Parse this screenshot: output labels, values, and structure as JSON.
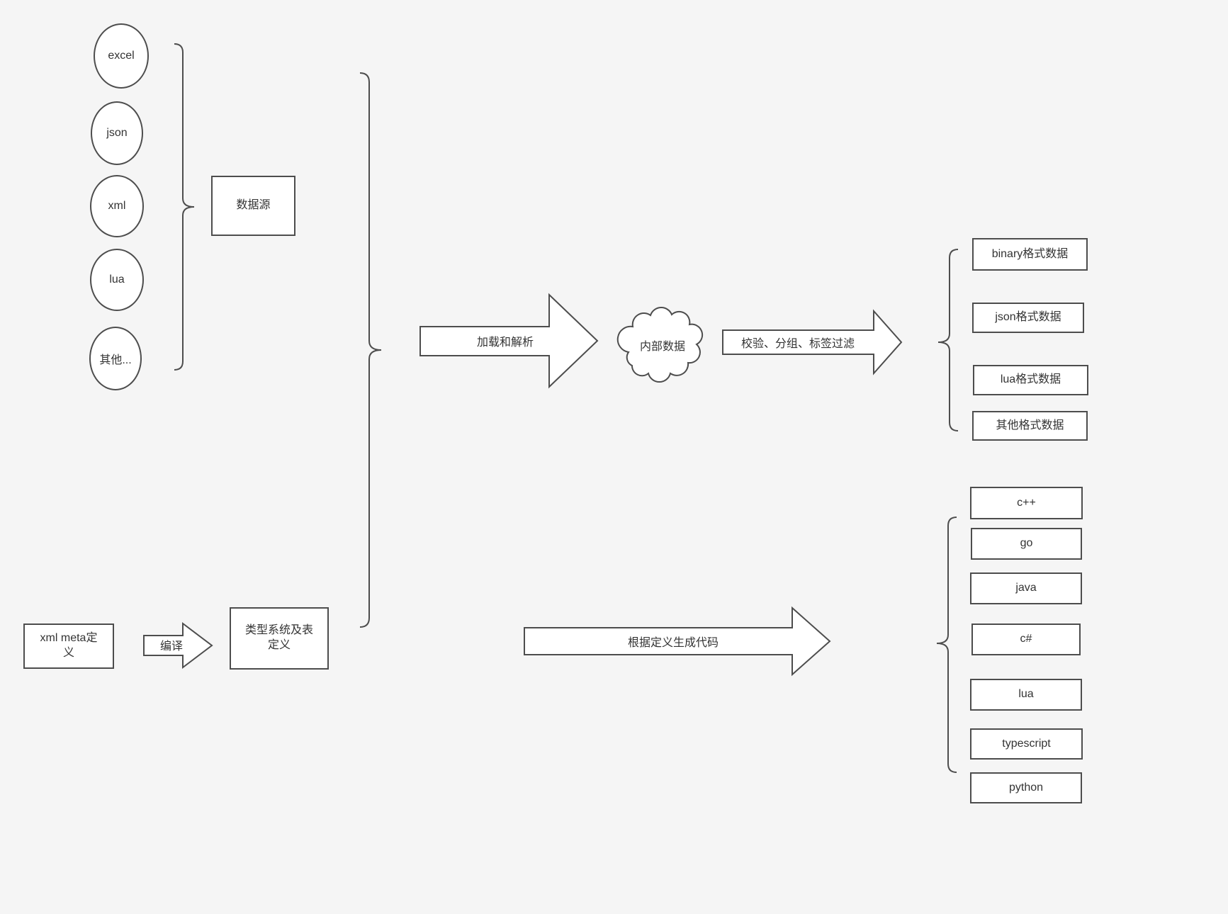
{
  "diagram": {
    "sources": {
      "group_label": "数据源",
      "items": [
        {
          "label": "excel"
        },
        {
          "label": "json"
        },
        {
          "label": "xml"
        },
        {
          "label": "lua"
        },
        {
          "label": "其他..."
        }
      ]
    },
    "pipeline": {
      "load_arrow_label": "加载和解析",
      "internal_data_label": "内部数据",
      "filter_arrow_label": "校验、分组、标签过滤"
    },
    "outputs": {
      "items": [
        {
          "label": "binary格式数据"
        },
        {
          "label": "json格式数据"
        },
        {
          "label": "lua格式数据"
        },
        {
          "label": "其他格式数据"
        }
      ]
    },
    "meta": {
      "xml_meta_label": "xml meta定义",
      "compile_arrow_label": "编译",
      "type_system_label": "类型系统及表定义",
      "codegen_arrow_label": "根据定义生成代码"
    },
    "languages": {
      "items": [
        {
          "label": "c++"
        },
        {
          "label": "go"
        },
        {
          "label": "java"
        },
        {
          "label": "c#"
        },
        {
          "label": "lua"
        },
        {
          "label": "typescript"
        },
        {
          "label": "python"
        }
      ]
    },
    "colors": {
      "background": "#f5f5f5",
      "stroke": "#4d4d4d",
      "shape_fill": "#ffffff",
      "text": "#333333"
    }
  }
}
